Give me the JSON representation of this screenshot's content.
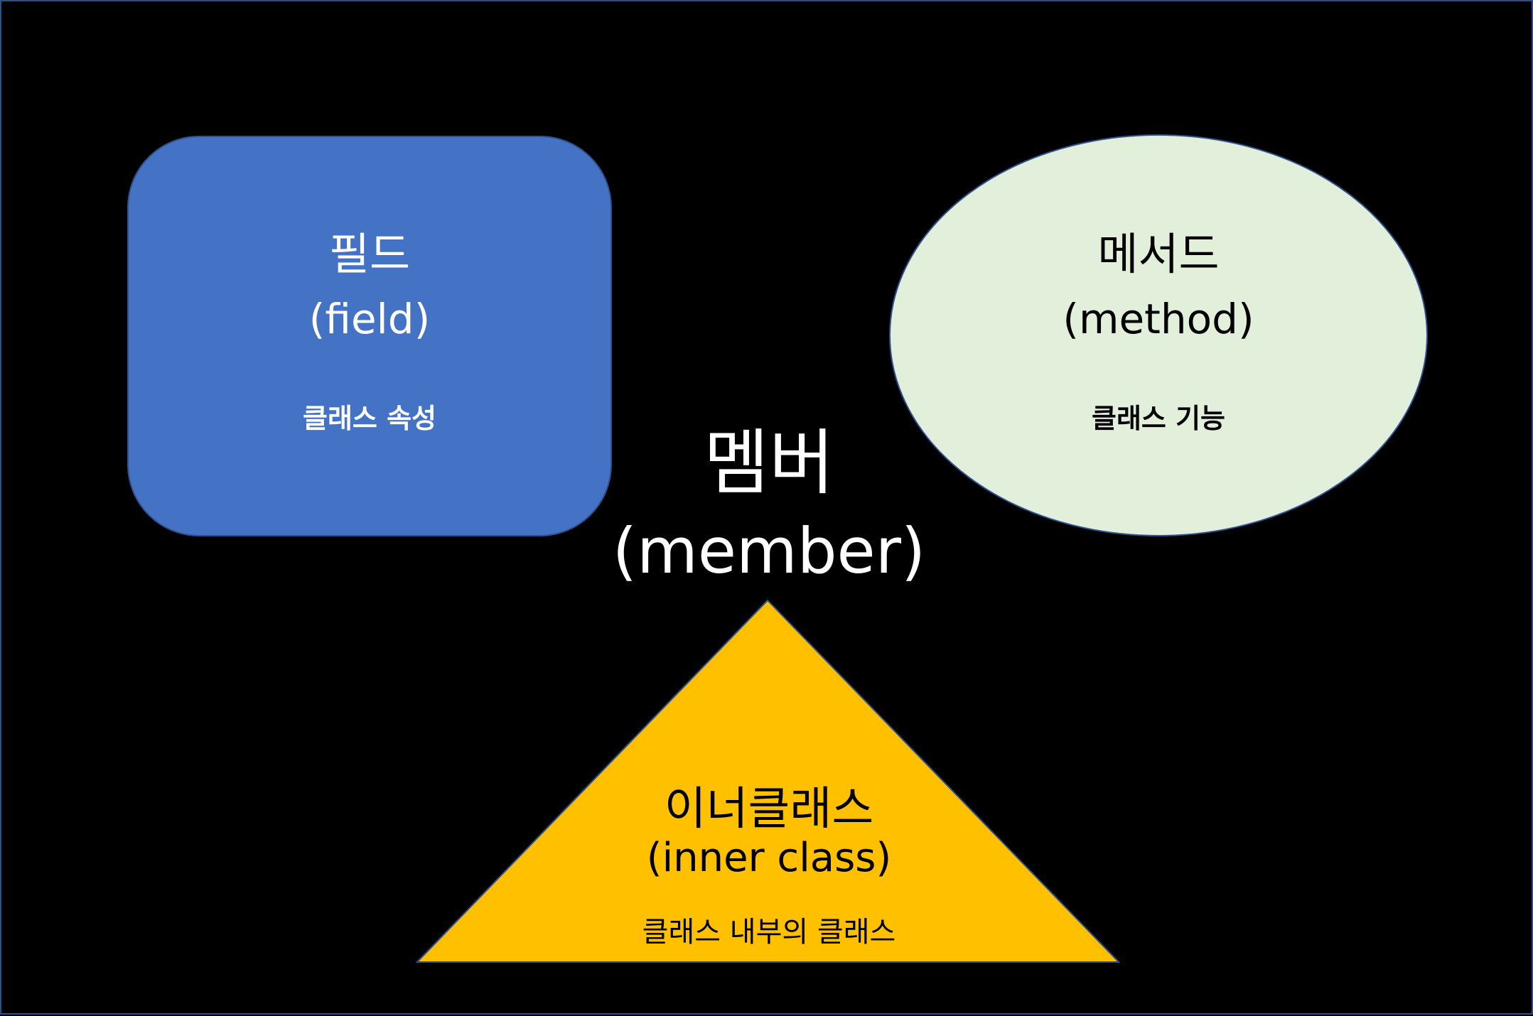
{
  "diagram": {
    "colors": {
      "background": "#000000",
      "field_fill": "#4472c4",
      "method_fill": "#e2efda",
      "inner_fill": "#ffc000"
    },
    "center": {
      "title": "멤버",
      "subtitle": "(member)"
    },
    "field": {
      "shape": "rounded-rectangle",
      "title": "필드",
      "subtitle": "(field)",
      "description": "클래스 속성"
    },
    "method": {
      "shape": "ellipse",
      "title": "메서드",
      "subtitle": "(method)",
      "description": "클래스 기능"
    },
    "inner_class": {
      "shape": "triangle",
      "title": "이너클래스",
      "subtitle": "(inner class)",
      "description": "클래스 내부의 클래스"
    }
  }
}
